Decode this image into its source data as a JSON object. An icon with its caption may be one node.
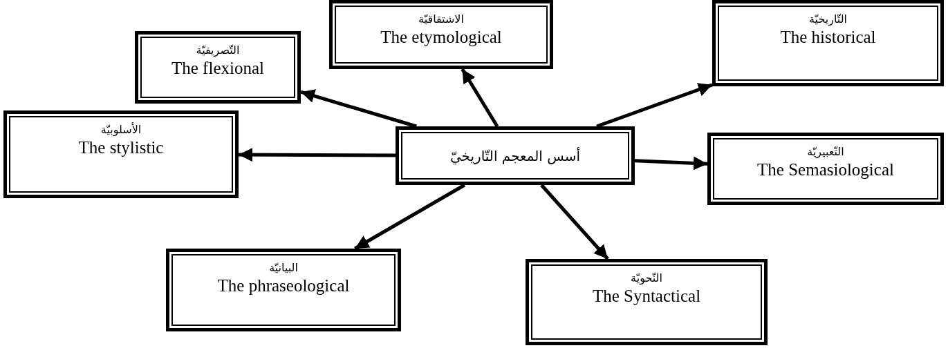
{
  "diagram": {
    "nodes": [
      {
        "text": [
          "التّصريفيّة",
          "The flexional"
        ]
      },
      {
        "text": [
          "الاشتقاقيّة",
          "The etymological"
        ]
      },
      {
        "text": [
          "التّاريخيّة",
          "The historical"
        ]
      },
      {
        "text": [
          "الأسلوبيّة",
          "The stylistic"
        ]
      },
      {
        "text": [
          "أسس المعجم التّاريخيّ"
        ]
      },
      {
        "text": [
          "التّعبيريّة",
          "The Semasiological"
        ]
      },
      {
        "text": [
          "البيانيّة",
          "The phraseological"
        ]
      },
      {
        "text": [
          "النّحويّة",
          "The Syntactical"
        ]
      }
    ],
    "edges": [
      {
        "from": 4,
        "to": 0,
        "arrow": "to"
      },
      {
        "from": 4,
        "to": 1,
        "arrow": "to"
      },
      {
        "from": 4,
        "to": 2,
        "arrow": "to"
      },
      {
        "from": 4,
        "to": 3,
        "arrow": "to"
      },
      {
        "from": 4,
        "to": 5,
        "arrow": "to"
      },
      {
        "from": 4,
        "to": 6,
        "arrow": "to"
      },
      {
        "from": 4,
        "to": 7,
        "arrow": "to"
      }
    ]
  }
}
